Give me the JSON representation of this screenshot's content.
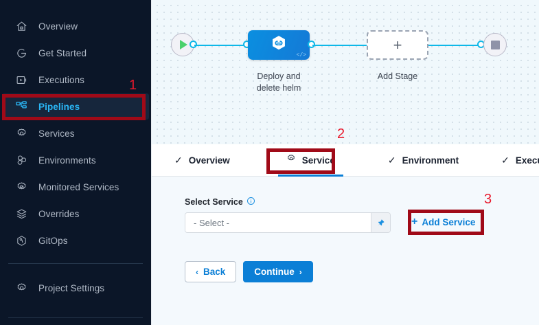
{
  "sidebar": {
    "items": [
      {
        "label": "Overview",
        "icon": "home-icon",
        "active": false
      },
      {
        "label": "Get Started",
        "icon": "get-started-icon",
        "active": false
      },
      {
        "label": "Executions",
        "icon": "executions-icon",
        "active": false
      },
      {
        "label": "Pipelines",
        "icon": "pipelines-icon",
        "active": true
      },
      {
        "label": "Services",
        "icon": "gear-icon",
        "active": false
      },
      {
        "label": "Environments",
        "icon": "environments-icon",
        "active": false
      },
      {
        "label": "Monitored Services",
        "icon": "monitored-services-icon",
        "active": false
      },
      {
        "label": "Overrides",
        "icon": "layers-icon",
        "active": false
      },
      {
        "label": "GitOps",
        "icon": "gitops-icon",
        "active": false
      }
    ],
    "settings": {
      "label": "Project Settings",
      "icon": "gear-icon"
    }
  },
  "canvas": {
    "start_node": {
      "name": "start-node",
      "icon": "play-icon"
    },
    "end_node": {
      "name": "end-node",
      "icon": "stop-icon"
    },
    "stage": {
      "caption": "Deploy and\ndelete helm",
      "caption_line1": "Deploy and",
      "caption_line2": "delete helm",
      "icon": "chained-pipeline-icon",
      "code_badge": "</>"
    },
    "add_stage": {
      "caption": "Add Stage",
      "icon": "plus-icon"
    }
  },
  "tabs": [
    {
      "label": "Overview",
      "icon": "check-icon",
      "active": false
    },
    {
      "label": "Service",
      "icon": "gear-icon",
      "active": true
    },
    {
      "label": "Environment",
      "icon": "check-icon",
      "active": false
    },
    {
      "label": "Execution",
      "icon": "check-icon",
      "active": false
    }
  ],
  "form": {
    "field_label": "Select Service",
    "info_icon": "info-icon",
    "select_value": "- Select -",
    "select_placeholder": "- Select -",
    "pin_icon": "pin-icon",
    "add_service_label": "Add Service",
    "add_service_plus": "+",
    "back_label": "Back",
    "continue_label": "Continue",
    "back_chevron": "‹",
    "continue_chevron": "›"
  },
  "annotations": [
    {
      "number": "1",
      "target": "sidebar-item-pipelines"
    },
    {
      "number": "2",
      "target": "tab-service"
    },
    {
      "number": "3",
      "target": "add-service-button"
    }
  ],
  "colors": {
    "sidebar_bg": "#0b1628",
    "accent_blue": "#0b7fd6",
    "active_nav": "#2ab6f5",
    "edge_cyan": "#0fb8e8",
    "annotation_red": "#a00a18",
    "annotation_number": "#e8192c"
  }
}
